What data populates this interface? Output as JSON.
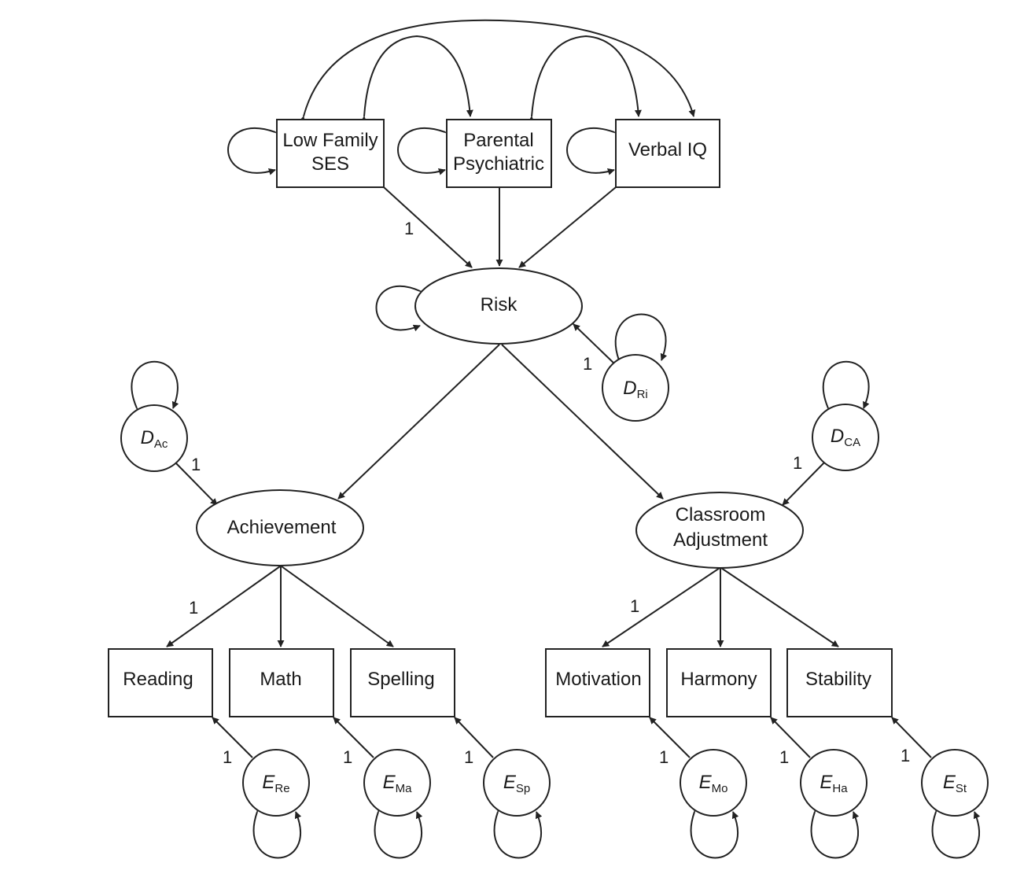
{
  "observed_exogenous": {
    "low_family_ses": [
      "Low Family",
      "SES"
    ],
    "parental_psychiatric": [
      "Parental",
      "Psychiatric"
    ],
    "verbal_iq": "Verbal IQ"
  },
  "latents": {
    "risk": "Risk",
    "achievement": "Achievement",
    "classroom_adjustment": [
      "Classroom",
      "Adjustment"
    ]
  },
  "indicators": {
    "reading": "Reading",
    "math": "Math",
    "spelling": "Spelling",
    "motivation": "Motivation",
    "harmony": "Harmony",
    "stability": "Stability"
  },
  "disturbances": {
    "d_ri": {
      "symbol": "D",
      "sub": "Ri"
    },
    "d_ac": {
      "symbol": "D",
      "sub": "Ac"
    },
    "d_ca": {
      "symbol": "D",
      "sub": "CA"
    }
  },
  "errors": {
    "e_re": {
      "symbol": "E",
      "sub": "Re"
    },
    "e_ma": {
      "symbol": "E",
      "sub": "Ma"
    },
    "e_sp": {
      "symbol": "E",
      "sub": "Sp"
    },
    "e_mo": {
      "symbol": "E",
      "sub": "Mo"
    },
    "e_ha": {
      "symbol": "E",
      "sub": "Ha"
    },
    "e_st": {
      "symbol": "E",
      "sub": "St"
    }
  },
  "path_labels": {
    "ses_to_risk": "1",
    "dri_to_risk": "1",
    "dac_to_achievement": "1",
    "dca_to_classroom": "1",
    "achievement_to_reading": "1",
    "classroom_to_motivation": "1",
    "ere_to_reading": "1",
    "ema_to_math": "1",
    "esp_to_spelling": "1",
    "emo_to_motivation": "1",
    "eha_to_harmony": "1",
    "est_to_stability": "1"
  }
}
